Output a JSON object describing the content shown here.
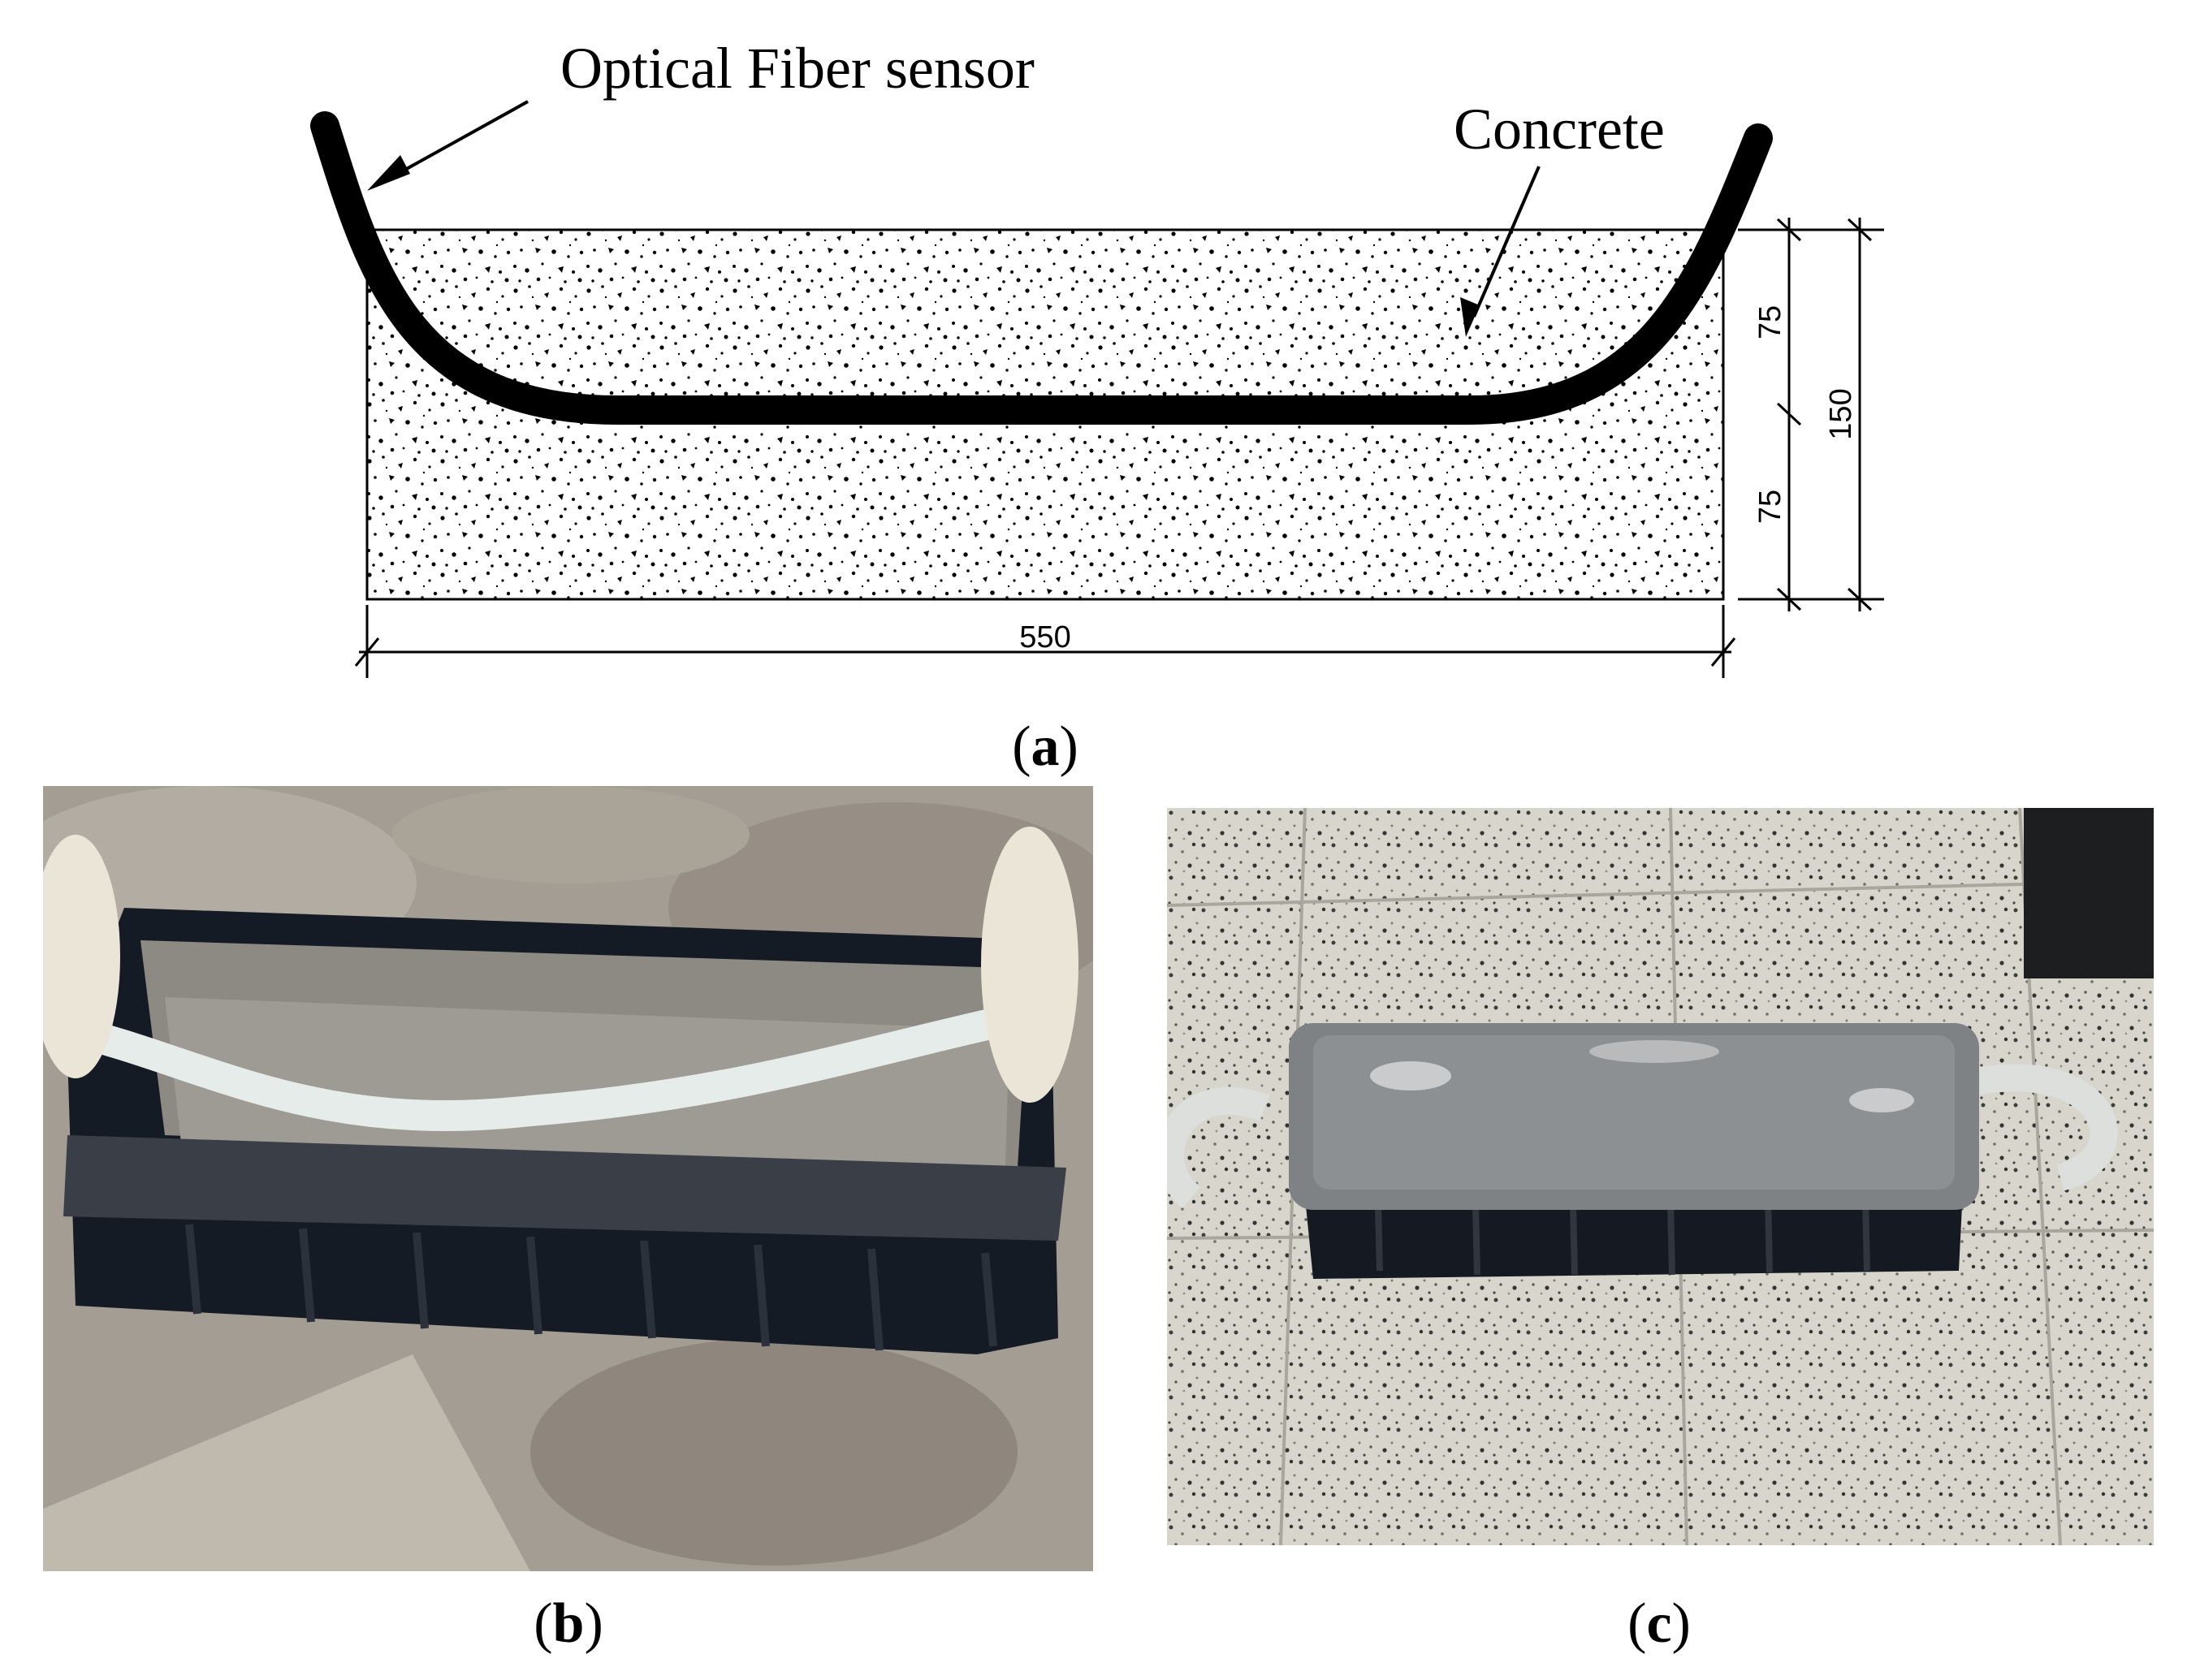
{
  "panel_a": {
    "label_sensor": "Optical Fiber sensor",
    "label_concrete": "Concrete",
    "dim_width": "550",
    "dim_upper": "75",
    "dim_lower": "75",
    "dim_total": "150",
    "caption_letter": "a"
  },
  "panel_b": {
    "caption_letter": "b"
  },
  "panel_c": {
    "caption_letter": "c"
  }
}
